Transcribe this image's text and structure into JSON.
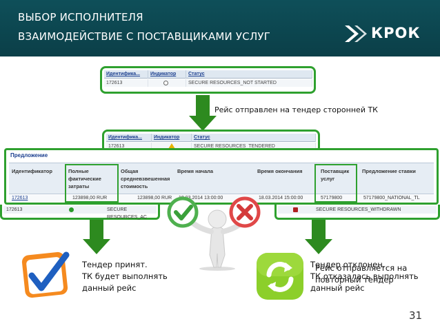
{
  "header": {
    "line1": "ВЫБОР ИСПОЛНИТЕЛЯ",
    "line2": "ВЗАИМОДЕЙСТВИЕ С ПОСТАВЩИКАМИ УСЛУГ",
    "brand": "КРОК",
    "bg_color": "#0e4f59"
  },
  "top_table": {
    "columns": [
      "Идентифика...",
      "Индикатор",
      "Статус"
    ],
    "row": [
      "172613",
      "",
      "SECURE RESOURCES_NOT STARTED"
    ]
  },
  "middle_table": {
    "columns": [
      "Идентифика...",
      "Индикатор",
      "Статус"
    ],
    "row": [
      "172613",
      "",
      "SECURE RESOURCES_TENDERED"
    ]
  },
  "tender_caption": "Рейс отправлен на тендер сторонней ТК",
  "offer": {
    "title": "Предложение",
    "columns": [
      "Идентификатор",
      "Полные фактические затраты",
      "Общая средневзвешенная стоимость",
      "Время начала",
      "Время окончания",
      "Поставщик услуг",
      "Предложение ставки"
    ],
    "row": [
      "172613",
      "123898,00 RUR",
      "123898,00 RUR",
      "18.03.2014 13:00:00",
      "18.03.2014 15:00:00",
      "57179800",
      "57179800_NATIONAL_TL"
    ]
  },
  "bottom_left_row": [
    "172613",
    "SECURE RESOURCES_AC"
  ],
  "bottom_right_row": [
    "SECURE RESOURCES_WITHDRAWN"
  ],
  "accepted_label": {
    "line1": "Тендер принят.",
    "line2": "ТК будет выполнять",
    "line3": "данный рейс"
  },
  "rejected_label": {
    "a_line1": "Тендер отклонен.",
    "a_line2": "ТК отказалась выполнять",
    "a_line3": "данный рейс",
    "b_line1": "Рейс отправляется на",
    "b_line2": "повторный тендер"
  },
  "page_number": "31",
  "colors": {
    "accent_green": "#2ea02e",
    "arrow_green": "#2d8a1f",
    "header_teal": "#0e4f59"
  }
}
